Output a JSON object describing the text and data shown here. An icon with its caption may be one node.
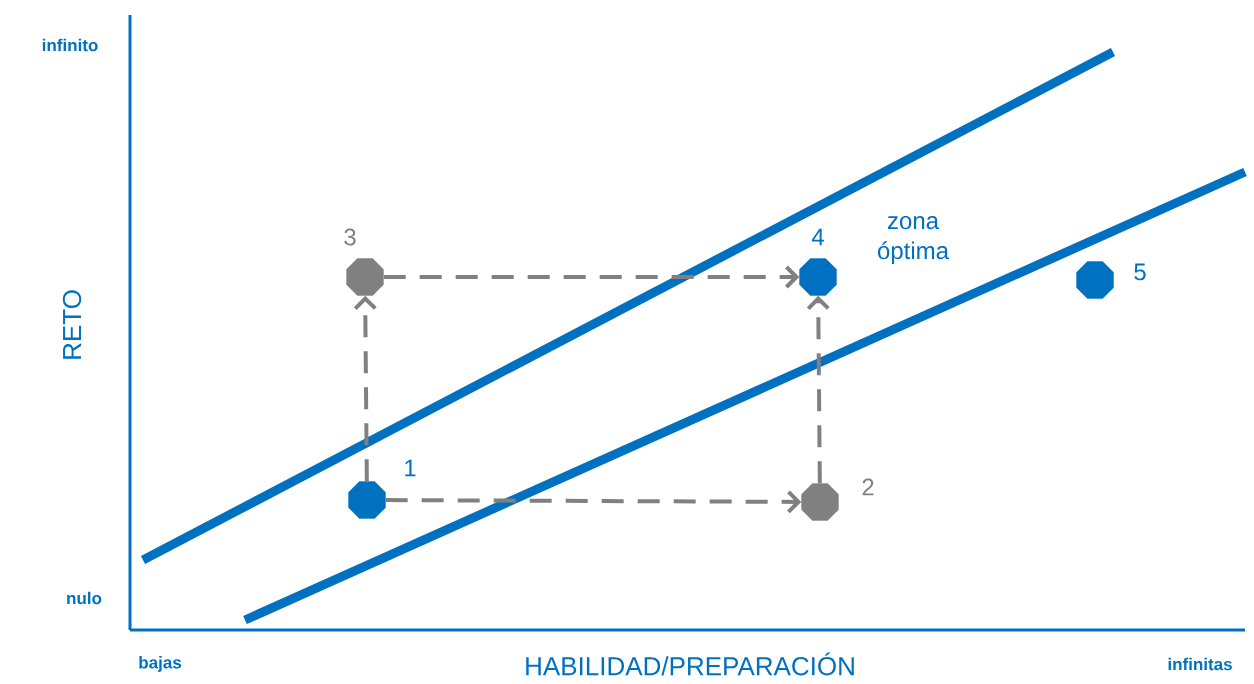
{
  "diagram": {
    "nodes": [
      {
        "text": [],
        "shape": "octagon",
        "beside": [
          "1"
        ]
      },
      {
        "text": [],
        "shape": "octagon",
        "beside": [
          "2"
        ]
      },
      {
        "text": [],
        "shape": "octagon",
        "beside": [
          "3"
        ]
      },
      {
        "text": [],
        "shape": "octagon",
        "beside": [
          "4"
        ]
      },
      {
        "text": [],
        "shape": "octagon",
        "beside": [
          "5"
        ]
      }
    ],
    "edges": [
      {
        "from": 0,
        "to": 1,
        "arrow": "to",
        "style": "dashed"
      },
      {
        "from": 0,
        "to": 2,
        "arrow": "to",
        "style": "dashed"
      },
      {
        "from": 2,
        "to": 3,
        "arrow": "to",
        "style": "dashed"
      },
      {
        "from": 1,
        "to": 3,
        "arrow": "to",
        "style": "dashed"
      }
    ],
    "labels": [
      "infinito",
      "RETO",
      "zona óptima",
      "nulo",
      "bajas",
      "HABILIDAD/PREPARACIÓN",
      "infinitas"
    ]
  }
}
